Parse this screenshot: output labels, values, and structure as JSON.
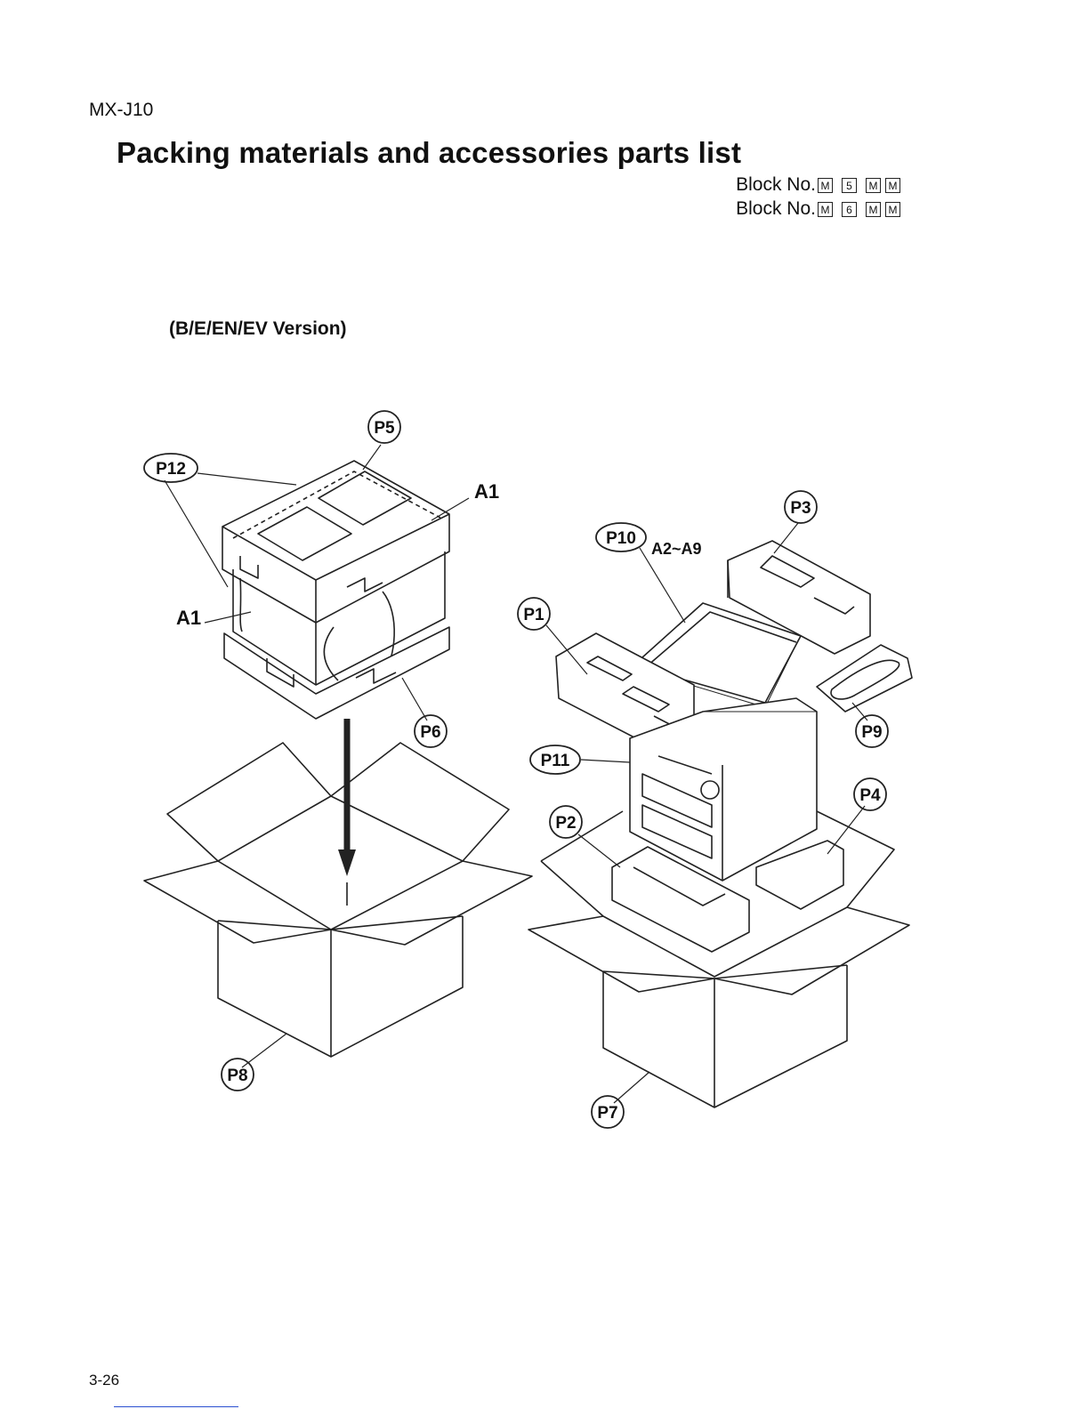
{
  "header": {
    "model": "MX-J10",
    "title": "Packing materials and accessories parts list"
  },
  "block_numbers": [
    {
      "label": "Block No.",
      "codes": [
        "M",
        "5",
        "M",
        "M"
      ]
    },
    {
      "label": "Block No.",
      "codes": [
        "M",
        "6",
        "M",
        "M"
      ]
    }
  ],
  "version_label": "(B/E/EN/EV Version)",
  "diagram": {
    "callouts": {
      "p1": "P1",
      "p2": "P2",
      "p3": "P3",
      "p4": "P4",
      "p5": "P5",
      "p6": "P6",
      "p7": "P7",
      "p8": "P8",
      "p9": "P9",
      "p10": "P10",
      "p11": "P11",
      "p12": "P12"
    },
    "labels": {
      "a1_top": "A1",
      "a1_left": "A1",
      "a2_a9": "A2~A9"
    }
  },
  "footer": {
    "page_number": "3-26"
  }
}
